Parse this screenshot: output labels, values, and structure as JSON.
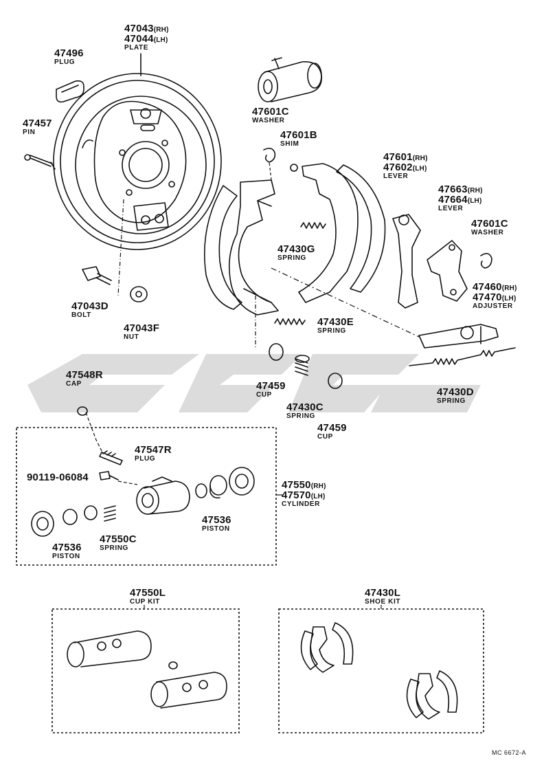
{
  "parts": [
    {
      "id": "plate",
      "lines": [
        {
          "num": "47043",
          "sfx": "(RH)"
        },
        {
          "num": "47044",
          "sfx": "(LH)"
        }
      ],
      "name": "PLATE"
    },
    {
      "id": "plug-47496",
      "lines": [
        {
          "num": "47496",
          "sfx": ""
        }
      ],
      "name": "PLUG"
    },
    {
      "id": "pin",
      "lines": [
        {
          "num": "47457",
          "sfx": ""
        }
      ],
      "name": "PIN"
    },
    {
      "id": "washer-top",
      "lines": [
        {
          "num": "47601C",
          "sfx": ""
        }
      ],
      "name": "WASHER"
    },
    {
      "id": "shim",
      "lines": [
        {
          "num": "47601B",
          "sfx": ""
        }
      ],
      "name": "SHIM"
    },
    {
      "id": "lever-47601",
      "lines": [
        {
          "num": "47601",
          "sfx": "(RH)"
        },
        {
          "num": "47602",
          "sfx": "(LH)"
        }
      ],
      "name": "LEVER"
    },
    {
      "id": "lever-47663",
      "lines": [
        {
          "num": "47663",
          "sfx": "(RH)"
        },
        {
          "num": "47664",
          "sfx": "(LH)"
        }
      ],
      "name": "LEVER"
    },
    {
      "id": "washer-right",
      "lines": [
        {
          "num": "47601C",
          "sfx": ""
        }
      ],
      "name": "WASHER"
    },
    {
      "id": "spring-47430g",
      "lines": [
        {
          "num": "47430G",
          "sfx": ""
        }
      ],
      "name": "SPRING"
    },
    {
      "id": "adjuster",
      "lines": [
        {
          "num": "47460",
          "sfx": "(RH)"
        },
        {
          "num": "47470",
          "sfx": "(LH)"
        }
      ],
      "name": "ADJUSTER"
    },
    {
      "id": "bolt",
      "lines": [
        {
          "num": "47043D",
          "sfx": ""
        }
      ],
      "name": "BOLT"
    },
    {
      "id": "nut",
      "lines": [
        {
          "num": "47043F",
          "sfx": ""
        }
      ],
      "name": "NUT"
    },
    {
      "id": "spring-47430e",
      "lines": [
        {
          "num": "47430E",
          "sfx": ""
        }
      ],
      "name": "SPRING"
    },
    {
      "id": "cap",
      "lines": [
        {
          "num": "47548R",
          "sfx": ""
        }
      ],
      "name": "CAP"
    },
    {
      "id": "cup-1",
      "lines": [
        {
          "num": "47459",
          "sfx": ""
        }
      ],
      "name": "CUP"
    },
    {
      "id": "spring-47430c",
      "lines": [
        {
          "num": "47430C",
          "sfx": ""
        }
      ],
      "name": "SPRING"
    },
    {
      "id": "spring-47430d",
      "lines": [
        {
          "num": "47430D",
          "sfx": ""
        }
      ],
      "name": "SPRING"
    },
    {
      "id": "cup-2",
      "lines": [
        {
          "num": "47459",
          "sfx": ""
        }
      ],
      "name": "CUP"
    },
    {
      "id": "plug-47547",
      "lines": [
        {
          "num": "47547R",
          "sfx": ""
        }
      ],
      "name": "PLUG"
    },
    {
      "id": "bolt-90119",
      "lines": [
        {
          "num": "90119-06084",
          "sfx": ""
        }
      ],
      "name": ""
    },
    {
      "id": "cylinder",
      "lines": [
        {
          "num": "47550",
          "sfx": "(RH)"
        },
        {
          "num": "47570",
          "sfx": "(LH)"
        }
      ],
      "name": "CYLINDER"
    },
    {
      "id": "piston-right",
      "lines": [
        {
          "num": "47536",
          "sfx": ""
        }
      ],
      "name": "PISTON"
    },
    {
      "id": "piston-left",
      "lines": [
        {
          "num": "47536",
          "sfx": ""
        }
      ],
      "name": "PISTON"
    },
    {
      "id": "spring-47550c",
      "lines": [
        {
          "num": "47550C",
          "sfx": ""
        }
      ],
      "name": "SPRING"
    },
    {
      "id": "cup-kit",
      "lines": [
        {
          "num": "47550L",
          "sfx": ""
        }
      ],
      "name": "CUP KIT"
    },
    {
      "id": "shoe-kit",
      "lines": [
        {
          "num": "47430L",
          "sfx": ""
        }
      ],
      "name": "SHOE KIT"
    }
  ],
  "reference": "MC 6672-A"
}
